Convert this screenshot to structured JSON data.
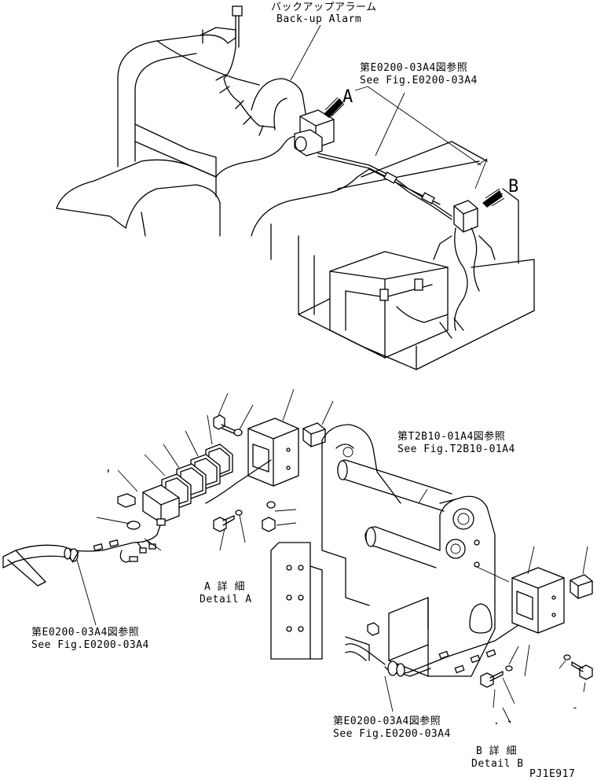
{
  "labels": {
    "backup_alarm_jp": "バックアップアラーム",
    "backup_alarm_en": "Back-up Alarm",
    "ref_top_jp": "第E0200-03A4図参照",
    "ref_top_en": "See Fig.E0200-03A4",
    "callout_a": "A",
    "callout_b": "B",
    "ref_mid_jp": "第T2B10-01A4図参照",
    "ref_mid_en": "See Fig.T2B10-01A4",
    "detail_a_jp": "A 詳 細",
    "detail_a_en": "Detail A",
    "ref_left_jp": "第E0200-03A4図参照",
    "ref_left_en": "See Fig.E0200-03A4",
    "ref_bottom_jp": "第E0200-03A4図参照",
    "ref_bottom_en": "See Fig.E0200-03A4",
    "detail_b_jp": "B 詳 細",
    "detail_b_en": "Detail B",
    "drawing_code": "PJ1E917",
    "dash_mark": "-",
    "dot_mark_left": ",",
    "dot_mark_bottom": ". -"
  }
}
